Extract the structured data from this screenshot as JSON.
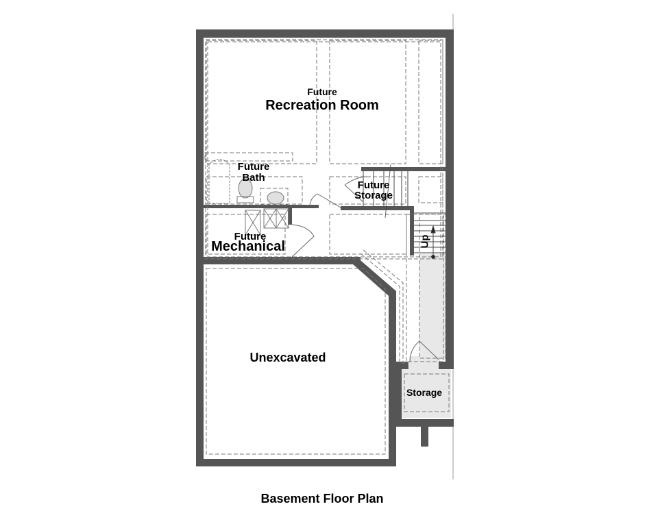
{
  "plan": {
    "title": "Basement Floor Plan",
    "colors": {
      "wall": "#555555",
      "dash": "#777777",
      "shade": "#e8e8e8",
      "text": "#000000"
    },
    "rooms": {
      "recreation": {
        "prefix": "Future",
        "name": "Recreation Room"
      },
      "bath": {
        "prefix": "Future",
        "name": "Bath"
      },
      "storage_future": {
        "prefix": "Future",
        "name": "Storage"
      },
      "mechanical": {
        "prefix": "Future",
        "name": "Mechanical"
      },
      "unexcavated": {
        "name": "Unexcavated"
      },
      "storage": {
        "name": "Storage"
      }
    },
    "stairs": {
      "label": "Up"
    }
  }
}
